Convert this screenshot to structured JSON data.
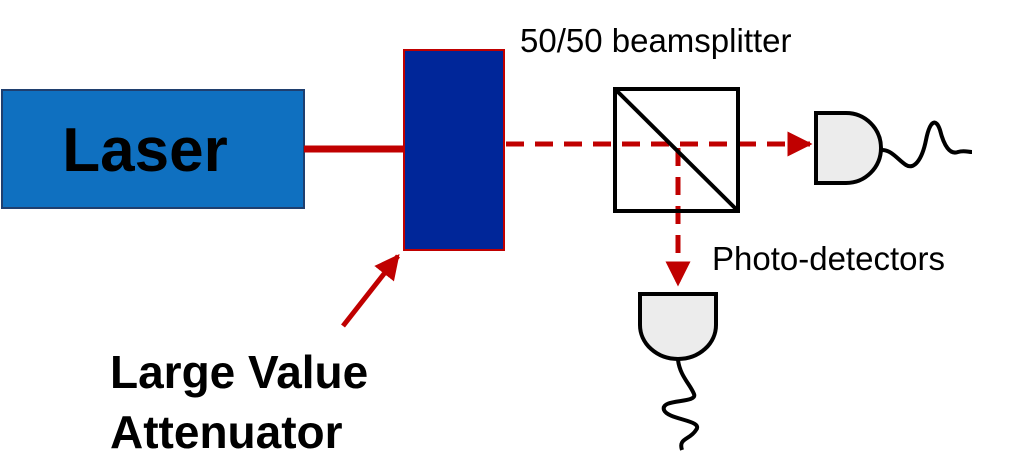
{
  "diagram": {
    "laser_label": "Laser",
    "attenuator_label_line1": "Large Value",
    "attenuator_label_line2": "Attenuator",
    "beamsplitter_label": "50/50 beamsplitter",
    "detectors_label": "Photo-detectors"
  },
  "colors": {
    "laser_fill": "#0f70c0",
    "laser_border": "#1f3f6f",
    "attenuator_fill": "#002699",
    "attenuator_border": "#c00000",
    "beam": "#c00000",
    "detector_fill": "#ececec",
    "outline": "#000000"
  }
}
